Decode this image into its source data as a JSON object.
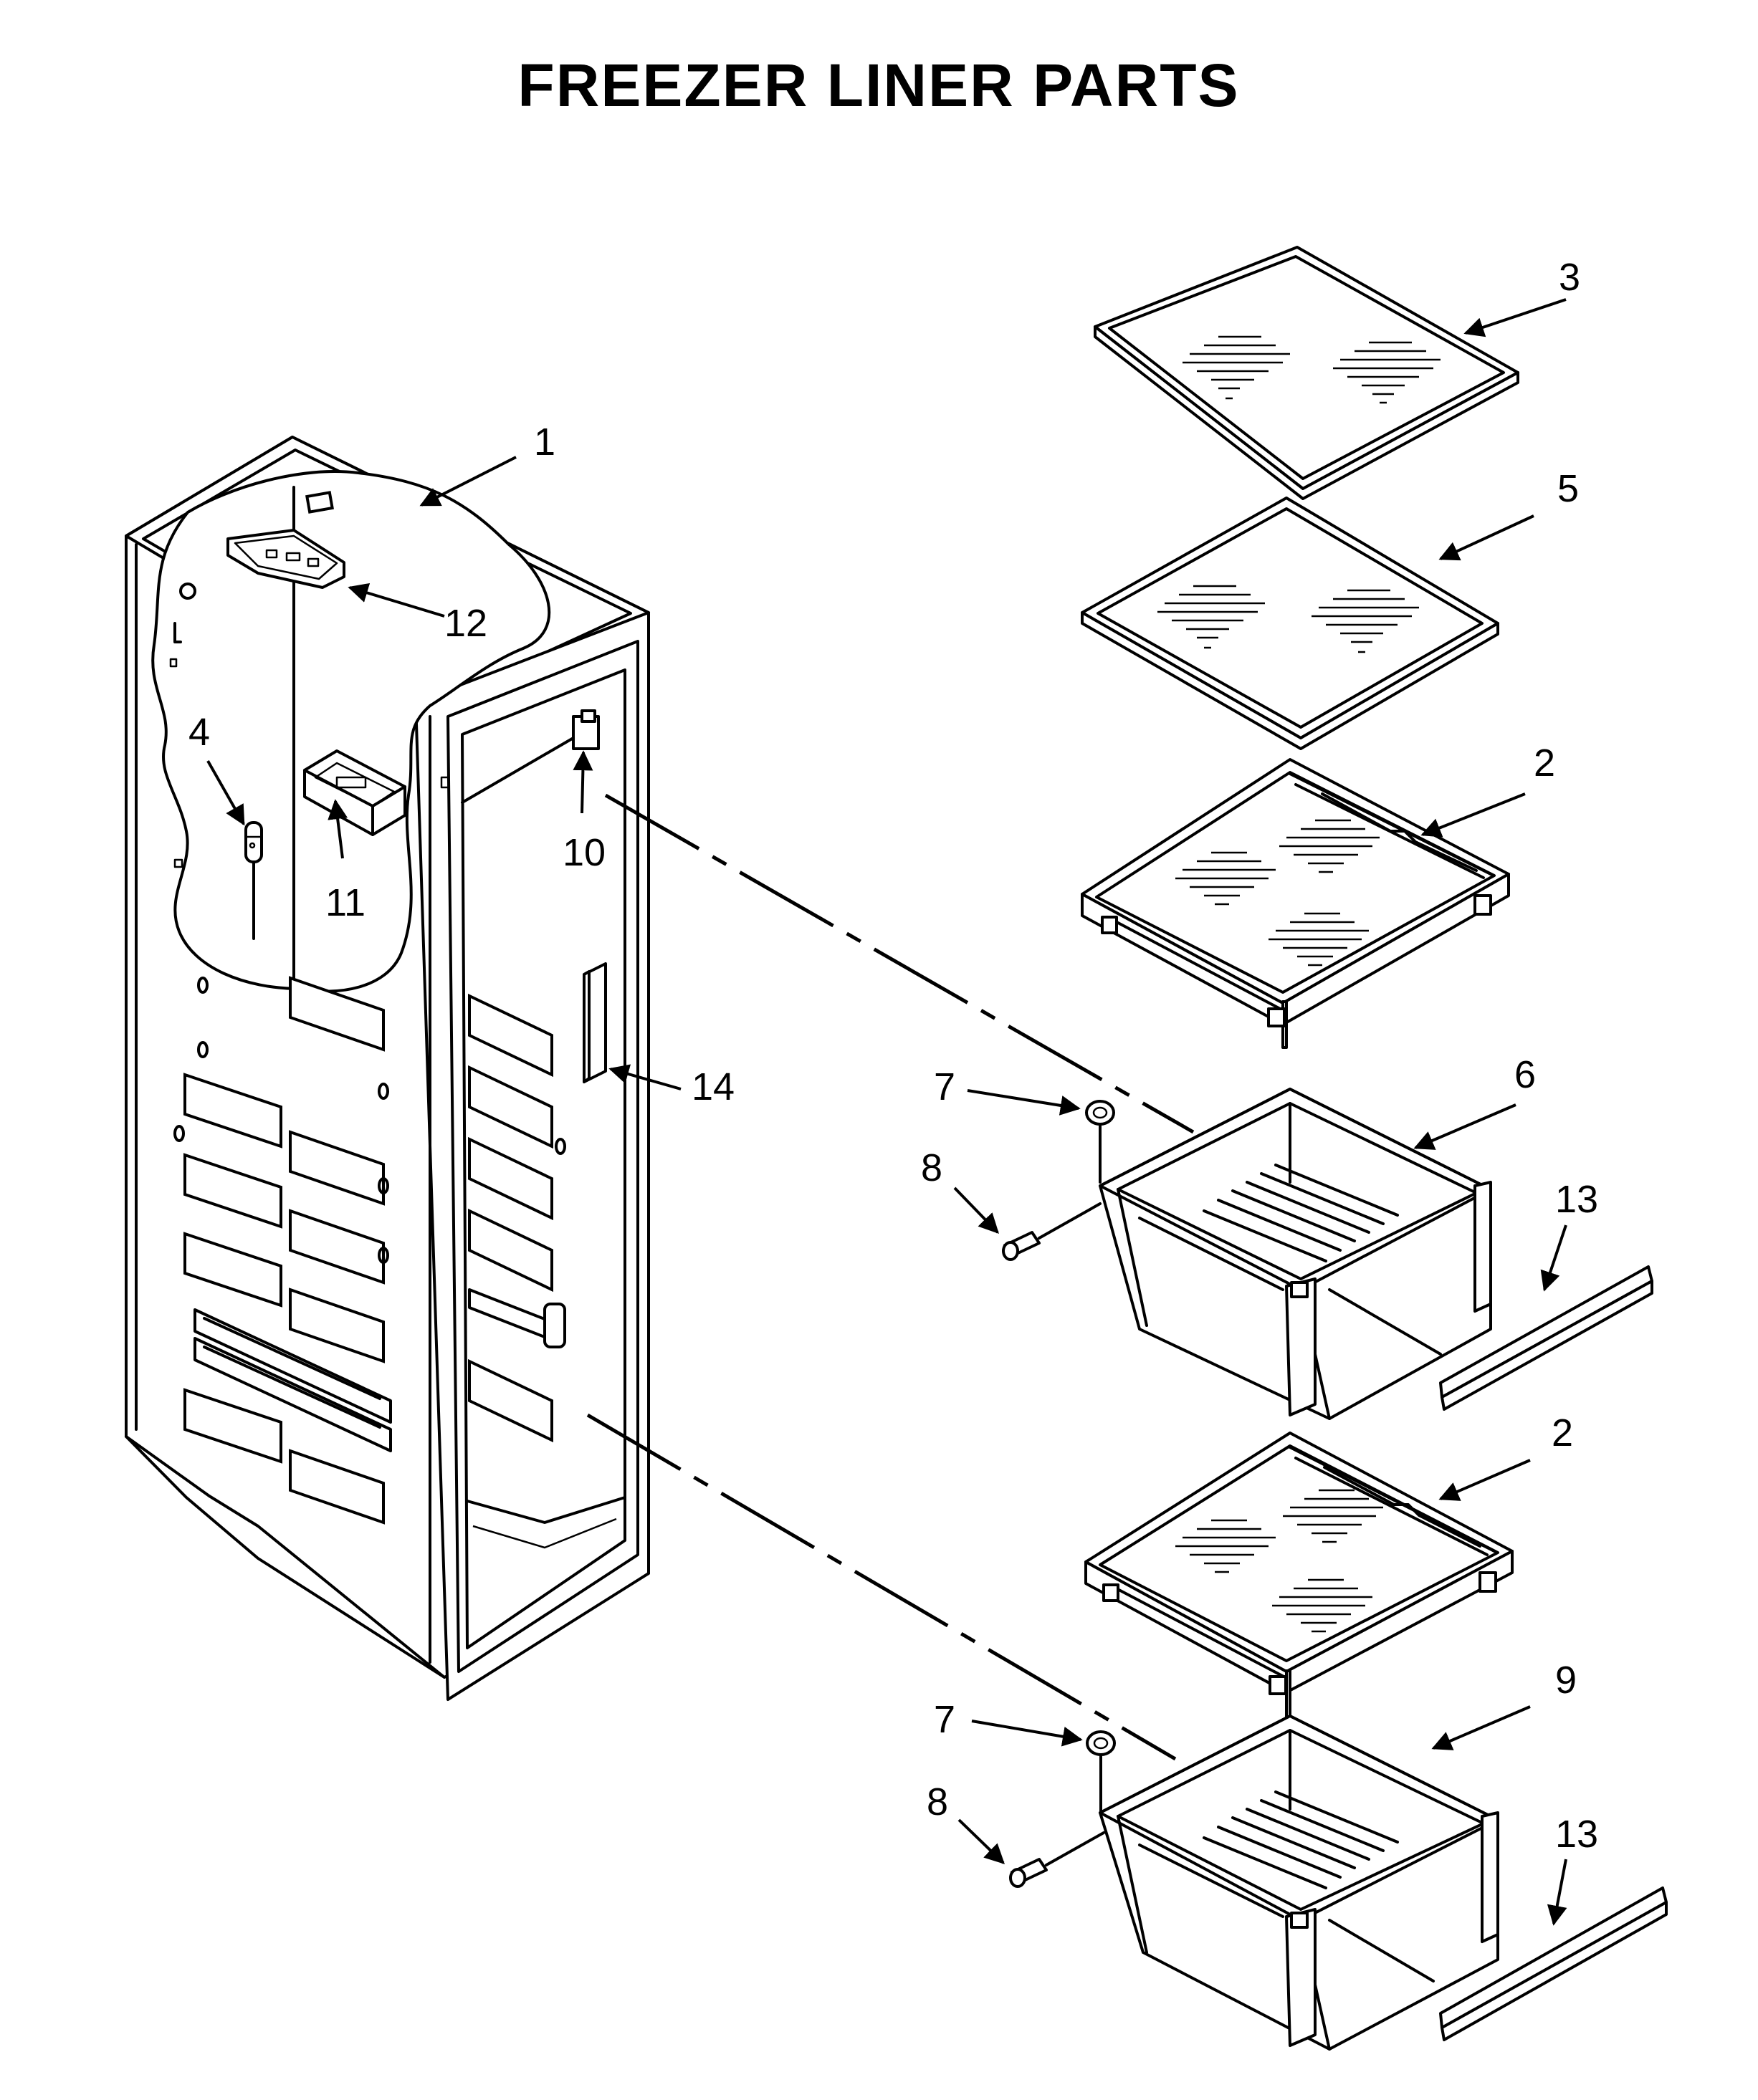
{
  "title": "FREEZER LINER PARTS",
  "callouts": [
    {
      "id": "c1",
      "label": "1"
    },
    {
      "id": "c2a",
      "label": "2"
    },
    {
      "id": "c2b",
      "label": "2"
    },
    {
      "id": "c3",
      "label": "3"
    },
    {
      "id": "c4",
      "label": "4"
    },
    {
      "id": "c5",
      "label": "5"
    },
    {
      "id": "c6",
      "label": "6"
    },
    {
      "id": "c7a",
      "label": "7"
    },
    {
      "id": "c7b",
      "label": "7"
    },
    {
      "id": "c8a",
      "label": "8"
    },
    {
      "id": "c8b",
      "label": "8"
    },
    {
      "id": "c9",
      "label": "9"
    },
    {
      "id": "c10",
      "label": "10"
    },
    {
      "id": "c11",
      "label": "11"
    },
    {
      "id": "c12",
      "label": "12"
    },
    {
      "id": "c13a",
      "label": "13"
    },
    {
      "id": "c13b",
      "label": "13"
    },
    {
      "id": "c14",
      "label": "14"
    }
  ]
}
